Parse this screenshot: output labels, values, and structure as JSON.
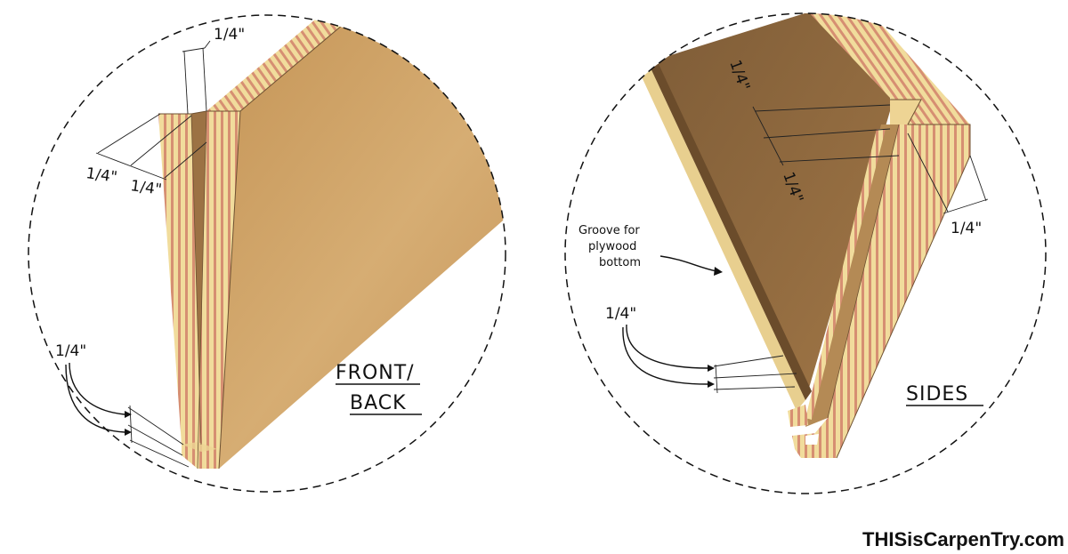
{
  "left_panel": {
    "dim_top": "1/4\"",
    "dim_pair_a": "1/4\"",
    "dim_pair_b": "1/4\"",
    "dim_bottom": "1/4\"",
    "title_line1": "FRONT/",
    "title_line2": "BACK"
  },
  "right_panel": {
    "dim_top": "1/4\"",
    "dim_mid": "1/4\"",
    "dim_right": "1/4\"",
    "dim_bottom": "1/4\"",
    "groove_line1": "Groove for",
    "groove_line2": "plywood",
    "groove_line3": "bottom",
    "title": "SIDES"
  },
  "brand": "THISisCarpenTry.com",
  "colors": {
    "ply_face": "#c99a60",
    "ply_face_dark": "#8f6a3f",
    "ply_light": "#f1dc9c",
    "ply_red": "#d68f72"
  }
}
